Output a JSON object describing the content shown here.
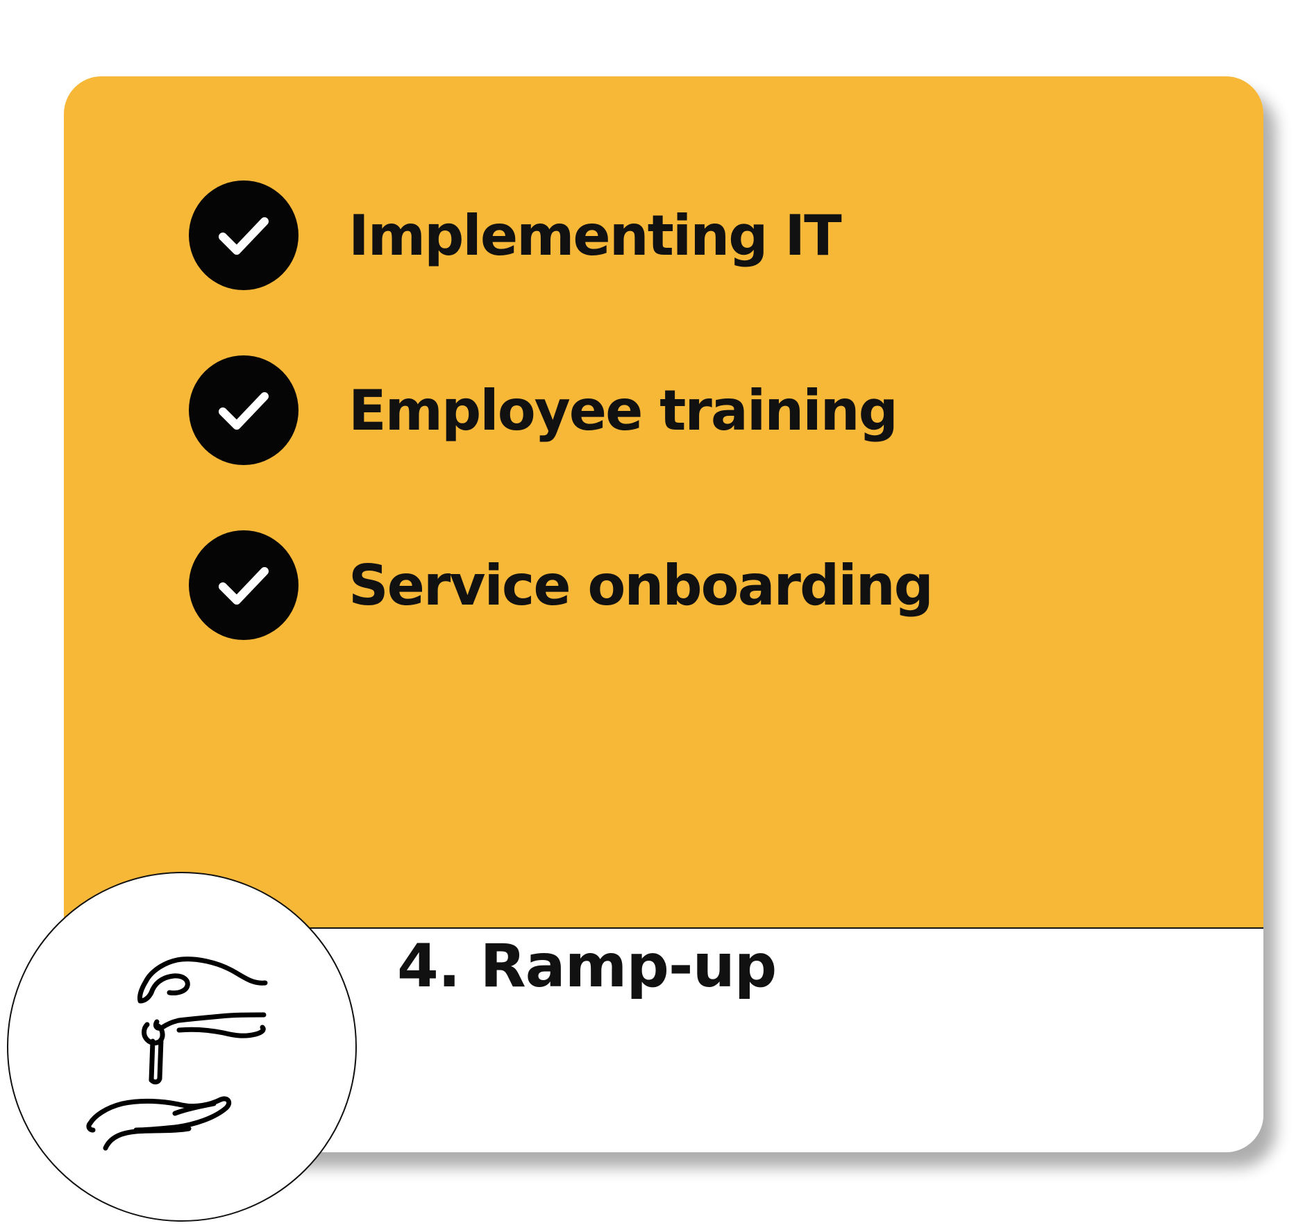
{
  "colors": {
    "panel_background": "#F7B737",
    "footer_background": "#FFFFFF",
    "icon_fill": "#050505",
    "text": "#111111"
  },
  "checklist": {
    "items": [
      {
        "label": "Implementing IT",
        "icon": "check-circle-icon"
      },
      {
        "label": "Employee training",
        "icon": "check-circle-icon"
      },
      {
        "label": "Service onboarding",
        "icon": "check-circle-icon"
      }
    ]
  },
  "step": {
    "title": "4. Ramp-up",
    "icon": "hand-giving-key-icon"
  }
}
